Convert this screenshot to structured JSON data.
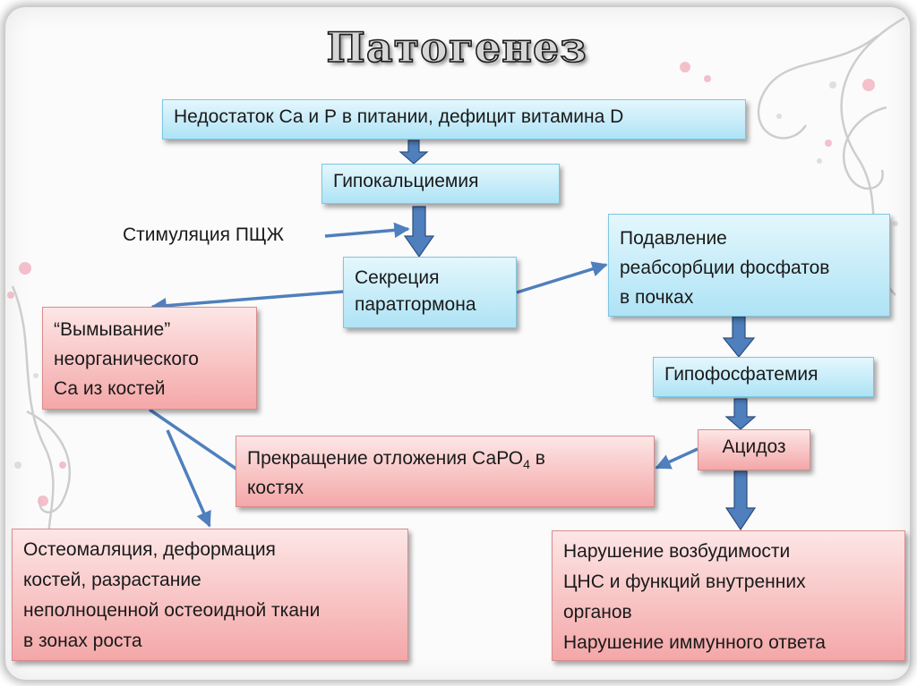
{
  "title": "Патогенез",
  "nodes": {
    "deficiency": "Недостаток Са и Р в питании, дефицит витамина D",
    "hypocalcemia": "Гипокальциемия",
    "stimulation": "Стимуляция ПЩЖ",
    "pth_secretion": [
      "Секреция",
      "паратгормона"
    ],
    "phosphate_suppression": [
      "Подавление",
      "реабсорбции фосфатов",
      "в почках"
    ],
    "leaching": [
      "“Вымывание”",
      "неорганического",
      "Са из костей"
    ],
    "hypophosphatemia": "Гипофосфатемия",
    "acidosis": "Ацидоз",
    "deposition_stop": {
      "line1_a": "Прекращение отложения СаРО",
      "line1_sub": "4",
      "line1_b": " в",
      "line2": "костях"
    },
    "osteomalacia": [
      "Остеомаляция, деформация",
      "костей, разрастание",
      "неполноценной остеоидной ткани",
      "в зонах роста"
    ],
    "cns_disorder": [
      "Нарушение возбудимости",
      "ЦНС и функций внутренних",
      "органов",
      "Нарушение иммунного ответа"
    ]
  },
  "colors": {
    "blue_box": "#aee3f5",
    "pink_box": "#f4a7a8",
    "arrow": "#4f7fbd",
    "arrow_outline": "#2e4e7e"
  }
}
